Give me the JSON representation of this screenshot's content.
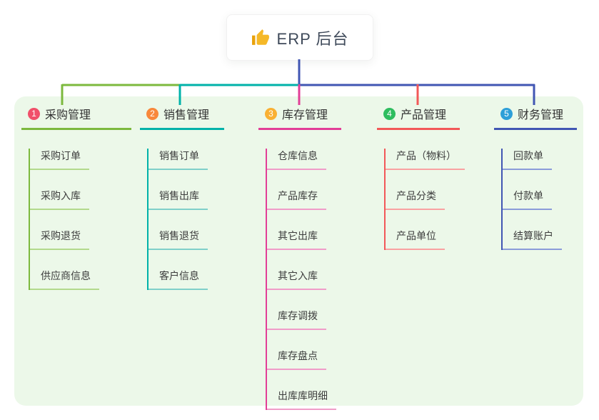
{
  "root": {
    "title": "ERP 后台",
    "icon": "thumbs-up-icon"
  },
  "branches": [
    {
      "num": "1",
      "label": "采购管理",
      "color": "#7cb93e",
      "light_color": "#b3d98c",
      "badge_color": "#f0506a",
      "children": [
        "采购订单",
        "采购入库",
        "采购退货",
        "供应商信息"
      ]
    },
    {
      "num": "2",
      "label": "销售管理",
      "color": "#00b2a9",
      "light_color": "#7fd0c9",
      "badge_color": "#f8883b",
      "children": [
        "销售订单",
        "销售出库",
        "销售退货",
        "客户信息"
      ]
    },
    {
      "num": "3",
      "label": "库存管理",
      "color": "#e23e97",
      "light_color": "#f09cc8",
      "badge_color": "#f9b033",
      "children": [
        "仓库信息",
        "产品库存",
        "其它出库",
        "其它入库",
        "库存调拨",
        "库存盘点",
        "出库库明细"
      ]
    },
    {
      "num": "4",
      "label": "产品管理",
      "color": "#f25858",
      "light_color": "#f9a2a2",
      "badge_color": "#2ebd5f",
      "children": [
        "产品（物料）",
        "产品分类",
        "产品单位"
      ]
    },
    {
      "num": "5",
      "label": "财务管理",
      "color": "#4156b3",
      "light_color": "#8b9cd9",
      "badge_color": "#2d9fd8",
      "children": [
        "回款单",
        "付款单",
        "结算账户"
      ]
    }
  ],
  "colors": {
    "panel_background": "#ecf8e9",
    "page_background": "#ffffff",
    "root_text": "#3f4a5a",
    "thumb_icon": "#f5b827",
    "stem": "#4156b3"
  }
}
